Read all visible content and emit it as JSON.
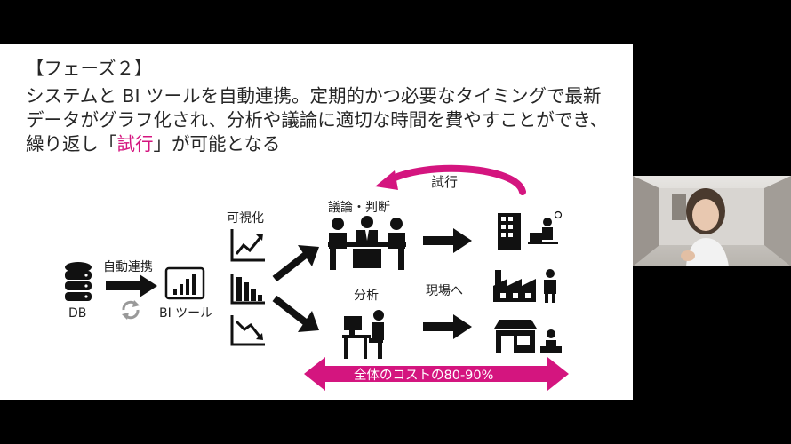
{
  "slide": {
    "heading": "【フェーズ２】",
    "body": {
      "line1": "システムと BI ツールを自動連携。定期的かつ必要なタイミングで最新",
      "line2": "データがグラフ化され、分析や議論に適切な時間を費やすことができ、",
      "line3_pre": "繰り返し「",
      "line3_accent": "試行",
      "line3_post": "」が可能となる"
    },
    "diagram": {
      "db_label": "DB",
      "auto_link_label": "自動連携",
      "bi_tool_label": "BI ツール",
      "visualize_label": "可視化",
      "discussion_label": "議論・判断",
      "analysis_label": "分析",
      "to_field_label": "現場へ",
      "trial_label": "試行",
      "cost_label": "全体のコストの80-90%"
    }
  },
  "colors": {
    "accent": "#d4157f",
    "background": "#000000",
    "slide": "#ffffff"
  }
}
